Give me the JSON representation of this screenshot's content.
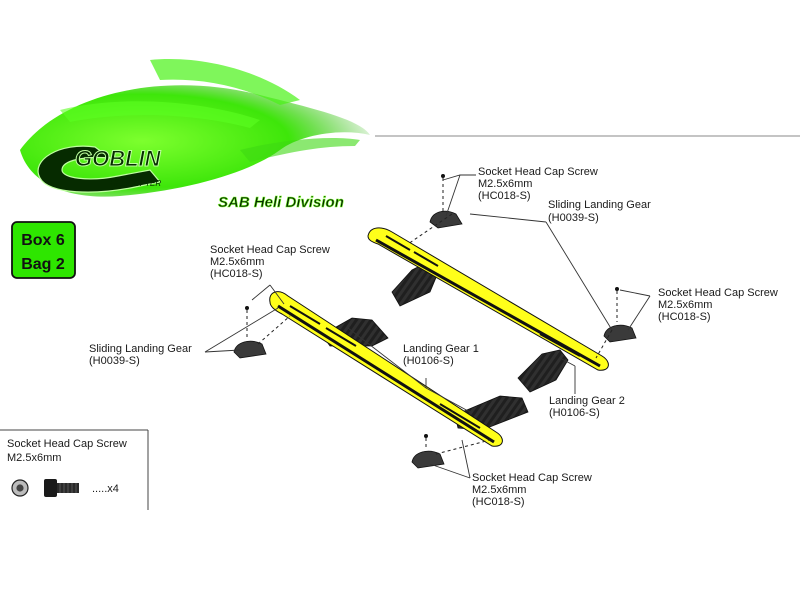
{
  "brand": {
    "logo_text": "GOBLIN",
    "logo_subtext": "HELICOPTER",
    "division": "SAB Heli Division",
    "accent": "#39e600",
    "logo_dark": "#0a3300"
  },
  "box_badge": {
    "box": "Box 6",
    "bag": "Bag 2",
    "bg": "#2ee600"
  },
  "parts_legend": {
    "title_line1": "Socket Head Cap Screw",
    "title_line2": "M2.5x6mm",
    "quantity": ".....x4"
  },
  "callouts": {
    "screw_top": [
      "Socket Head Cap Screw",
      "M2.5x6mm",
      "(HC018-S)"
    ],
    "sliding_top": [
      "Sliding Landing Gear",
      "(H0039-S)"
    ],
    "screw_left": [
      "Socket Head Cap Screw",
      "M2.5x6mm",
      "(HC018-S)"
    ],
    "screw_right": [
      "Socket Head Cap Screw",
      "M2.5x6mm",
      "(HC018-S)"
    ],
    "sliding_left": [
      "Sliding Landing Gear",
      "(H0039-S)"
    ],
    "gear1": [
      "Landing Gear 1",
      "(H0106-S)"
    ],
    "gear2": [
      "Landing Gear 2",
      "(H0106-S)"
    ],
    "screw_bottom": [
      "Socket Head Cap Screw",
      "M2.5x6mm",
      "(HC018-S)"
    ]
  },
  "colors": {
    "skid_yellow": "#ffff1a",
    "carbon": "#2b2b2b",
    "ink": "#1a1a1a"
  }
}
